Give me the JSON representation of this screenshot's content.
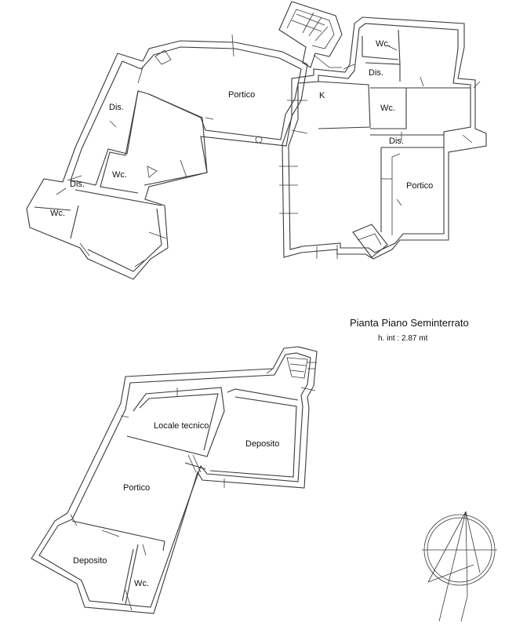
{
  "plan": {
    "title": "Pianta Piano Seminterrato",
    "subtitle": "h. int : 2.87 mt",
    "rooms_upper": {
      "portico_main": "Portico",
      "dis_left": "Dis.",
      "wc_mid_left": "Wc.",
      "dis_lower_left": "Dis.",
      "wc_far_left": "Wc.",
      "k": "K",
      "wc_top_right": "Wc.",
      "dis_top_right": "Dis.",
      "wc_right": "Wc.",
      "dis_right": "Dis.",
      "portico_right": "Portico"
    },
    "rooms_lower": {
      "locale_tecnico": "Locale tecnico",
      "deposito_right": "Deposito",
      "portico": "Portico",
      "deposito_left": "Deposito",
      "wc": "Wc."
    },
    "icons": [
      "north-arrow-icon",
      "staircase-icon"
    ]
  }
}
